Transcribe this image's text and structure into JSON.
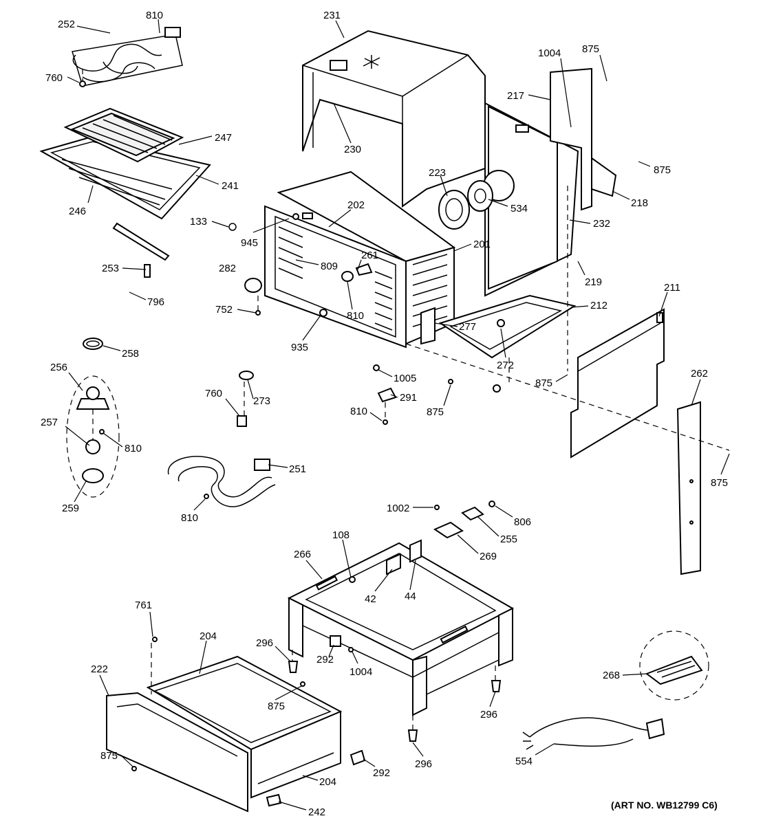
{
  "art_number": "(ART NO. WB12799 C6)",
  "callouts": {
    "c252": "252",
    "c810a": "810",
    "c760a": "760",
    "c231": "231",
    "c230": "230",
    "c1004a": "1004",
    "c875a": "875",
    "c217": "217",
    "c247": "247",
    "c241": "241",
    "c246": "246",
    "c223": "223",
    "c534": "534",
    "c875b": "875",
    "c218": "218",
    "c133": "133",
    "c202": "202",
    "c945": "945",
    "c232": "232",
    "c201": "201",
    "c282": "282",
    "c809": "809",
    "c261": "261",
    "c253": "253",
    "c796": "796",
    "c219": "219",
    "c752": "752",
    "c810b": "810",
    "c212": "212",
    "c211": "211",
    "c935": "935",
    "c277": "277",
    "c258": "258",
    "c272": "272",
    "c256": "256",
    "c1005": "1005",
    "c875c": "875",
    "c262": "262",
    "c760b": "760",
    "c273": "273",
    "c291": "291",
    "c257": "257",
    "c875d": "875",
    "c810c": "810",
    "c810d": "810",
    "c251": "251",
    "c875e": "875",
    "c259": "259",
    "c810e": "810",
    "c1002": "1002",
    "c806": "806",
    "c255": "255",
    "c108": "108",
    "c266": "266",
    "c269": "269",
    "c42": "42",
    "c44": "44",
    "c761": "761",
    "c204a": "204",
    "c296a": "296",
    "c222": "222",
    "c292a": "292",
    "c1004b": "1004",
    "c268": "268",
    "c296b": "296",
    "c875f": "875",
    "c875g": "875",
    "c296c": "296",
    "c292b": "292",
    "c554": "554",
    "c204b": "204",
    "c242": "242"
  }
}
